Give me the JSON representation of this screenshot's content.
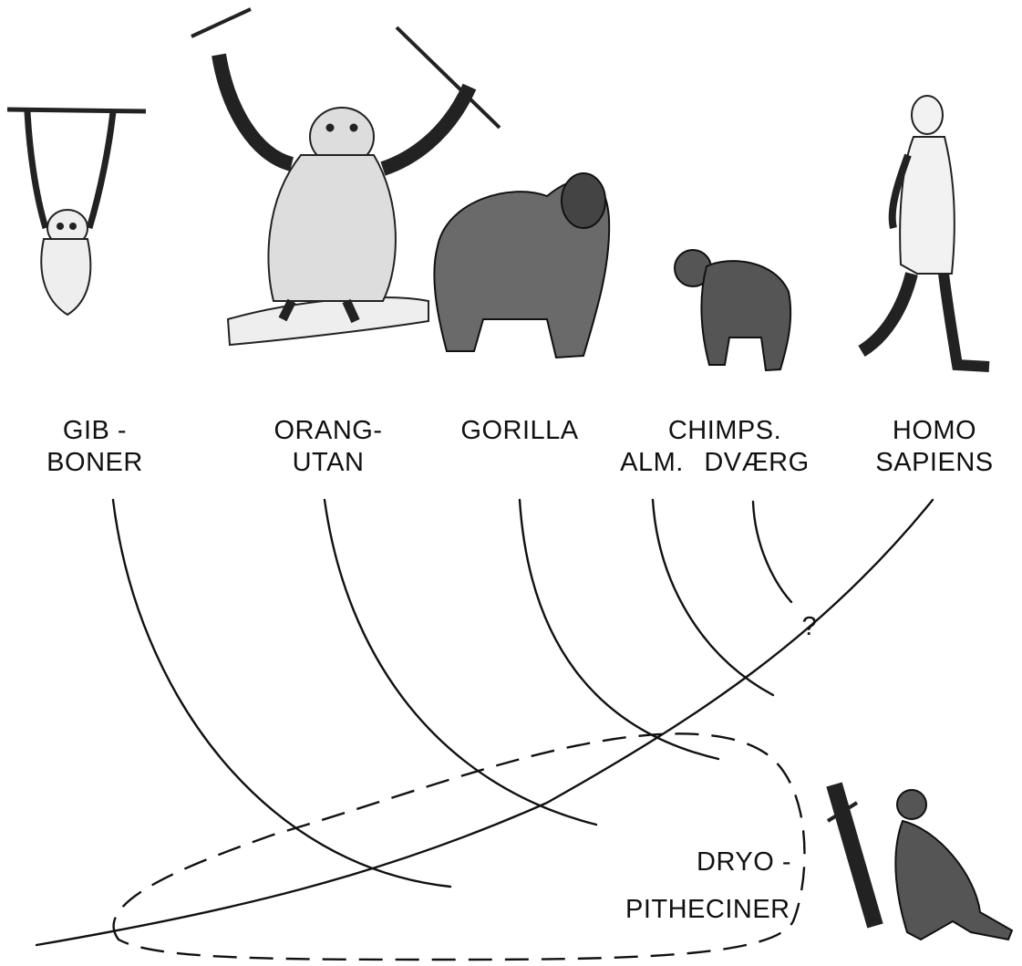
{
  "labels": {
    "gibbons_1": "GIB -",
    "gibbons_2": "BONER",
    "orangutan_1": "ORANG-",
    "orangutan_2": "UTAN",
    "gorilla": "GORILLA",
    "chimps": "CHIMPS.",
    "chimp_common": "ALM.",
    "chimp_dwarf": "DVÆRG",
    "homo_1": "HOMO",
    "homo_2": "SAPIENS",
    "dryo_1": "DRYO -",
    "dryo_2": "PITHECINER",
    "question": "?"
  },
  "icons": [
    "gibbon-illustration",
    "orangutan-illustration",
    "gorilla-illustration",
    "chimpanzee-illustration",
    "human-illustration",
    "dryopithecine-illustration"
  ]
}
